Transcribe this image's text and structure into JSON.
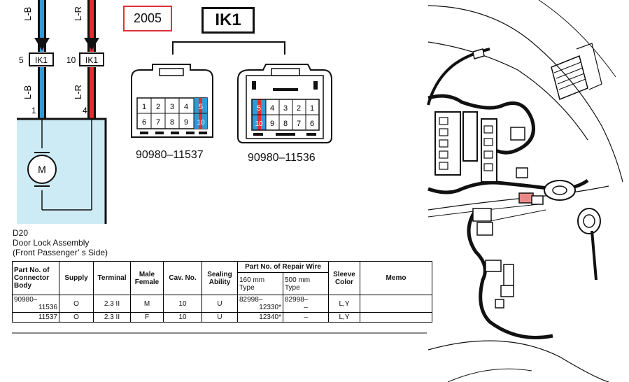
{
  "header": {
    "year": "2005",
    "connector_code": "IK1"
  },
  "wiring": {
    "wire_left_top": "L-B",
    "wire_right_top": "L-R",
    "wire_left_bottom": "L-B",
    "wire_right_bottom": "L-R",
    "pin_left_conn": "5",
    "pin_right_conn": "10",
    "conn_left_label": "IK1",
    "conn_right_label": "IK1",
    "term_left": "1",
    "term_right": "4",
    "motor_label": "M",
    "colors": {
      "wire_blue": "#3399d6",
      "wire_red": "#e03030",
      "body_fill": "#cdebf5"
    }
  },
  "assembly": {
    "code": "D20",
    "name": "Door Lock Assembly",
    "side": "(Front Passenger’ s Side)"
  },
  "connectors": {
    "left_part": "90980–11537",
    "right_part": "90980–11536",
    "left_pins_top": [
      "1",
      "2",
      "3",
      "4",
      "5"
    ],
    "left_pins_bottom": [
      "6",
      "7",
      "8",
      "9",
      "10"
    ],
    "right_pins_top": [
      "5",
      "4",
      "3",
      "2",
      "1"
    ],
    "right_pins_bottom": [
      "10",
      "9",
      "8",
      "7",
      "6"
    ]
  },
  "table": {
    "headers": {
      "part_no": "Part No. of Connector Body",
      "supply": "Supply",
      "terminal": "Terminal",
      "male_female": "Male Female",
      "cav_no": "Cav. No.",
      "sealing": "Sealing Ability",
      "repair_wire": "Part No. of Repair Wire",
      "repair_160": "160 mm Type",
      "repair_500": "500 mm Type",
      "sleeve": "Sleeve Color",
      "memo": "Memo"
    },
    "rows": [
      {
        "part_a": "90980–",
        "part_b": "11536",
        "supply": "O",
        "terminal": "2.3 II",
        "sex": "M",
        "cav": "10",
        "seal": "U",
        "r160_a": "82998–",
        "r160_b": "12330*",
        "r500_a": "82998–",
        "r500_b": "–",
        "sleeve": "L,Y",
        "memo": ""
      },
      {
        "part_a": "",
        "part_b": "11537",
        "supply": "O",
        "terminal": "2.3 II",
        "sex": "F",
        "cav": "10",
        "seal": "U",
        "r160_a": "",
        "r160_b": "12340*",
        "r500_a": "",
        "r500_b": "–",
        "sleeve": "L,Y",
        "memo": ""
      }
    ]
  }
}
